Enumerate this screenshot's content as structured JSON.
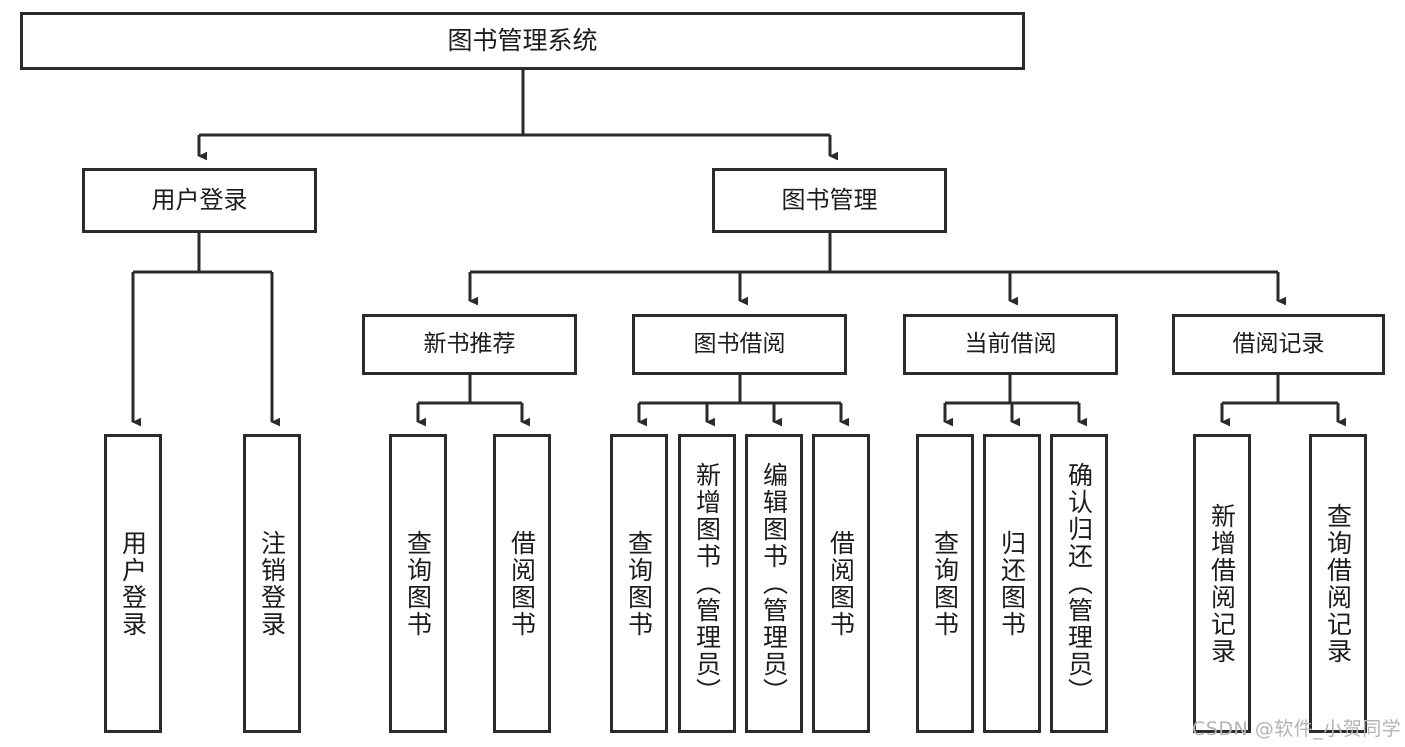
{
  "diagram": {
    "type": "tree-hierarchy",
    "title": "图书管理系统",
    "watermark": "CSDN @软件_小贺同学",
    "colors": {
      "box_border": "#2b2b2b",
      "box_fill": "#ffffff",
      "edge": "#2b2b2b",
      "text": "#1c1c1c",
      "watermark": "#b4b4b4"
    },
    "nodes": {
      "root": {
        "label": "图书管理系统"
      },
      "level2": [
        {
          "id": "user-login",
          "label": "用户登录"
        },
        {
          "id": "book-manage",
          "label": "图书管理"
        }
      ],
      "level3": [
        {
          "id": "new-book-rec",
          "label": "新书推荐"
        },
        {
          "id": "book-borrow",
          "label": "图书借阅"
        },
        {
          "id": "current-borrow",
          "label": "当前借阅"
        },
        {
          "id": "borrow-record",
          "label": "借阅记录"
        }
      ],
      "leaves": {
        "user_login": [
          {
            "id": "leaf-user-login",
            "label": "用户登录"
          },
          {
            "id": "leaf-logout",
            "label": "注销登录"
          }
        ],
        "new_book_rec": [
          {
            "id": "leaf-query-book-1",
            "label": "查询图书"
          },
          {
            "id": "leaf-borrow-book-1",
            "label": "借阅图书"
          }
        ],
        "book_borrow": [
          {
            "id": "leaf-query-book-2",
            "label": "查询图书"
          },
          {
            "id": "leaf-add-book",
            "label": "新增图书（管理员）"
          },
          {
            "id": "leaf-edit-book",
            "label": "编辑图书（管理员）"
          },
          {
            "id": "leaf-borrow-book-2",
            "label": "借阅图书"
          }
        ],
        "current_borrow": [
          {
            "id": "leaf-query-book-3",
            "label": "查询图书"
          },
          {
            "id": "leaf-return-book",
            "label": "归还图书"
          },
          {
            "id": "leaf-confirm-return",
            "label": "确认归还（管理员）"
          }
        ],
        "borrow_record": [
          {
            "id": "leaf-add-record",
            "label": "新增借阅记录"
          },
          {
            "id": "leaf-query-record",
            "label": "查询借阅记录"
          }
        ]
      }
    }
  }
}
